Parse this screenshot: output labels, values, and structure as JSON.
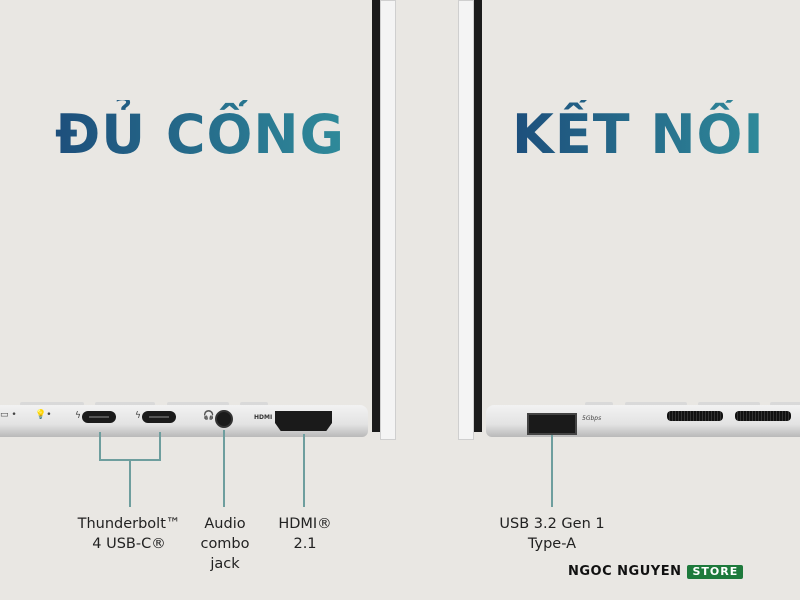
{
  "headline_left": "ĐỦ CỔNG",
  "headline_right": "KẾT NỐI",
  "ports_left": [
    {
      "label_lines": [
        "Thunderbolt™",
        "4 USB-C®"
      ]
    },
    {
      "label_lines": [
        "Audio",
        "combo",
        "jack"
      ]
    },
    {
      "label_lines": [
        "HDMI®",
        "2.1"
      ]
    }
  ],
  "ports_right": [
    {
      "label_lines": [
        "USB 3.2 Gen 1",
        "Type-A"
      ]
    }
  ],
  "hdmi_port_text": "HDMI",
  "usb_speed_text": "5Gbps",
  "brand": {
    "name": "NGOC NGUYEN",
    "badge": "STORE",
    "badge_color": "#1e7a3c"
  },
  "colors": {
    "background": "#e9e7e3",
    "headline_start": "#1d4f7c",
    "headline_end": "#2f8a9a"
  }
}
